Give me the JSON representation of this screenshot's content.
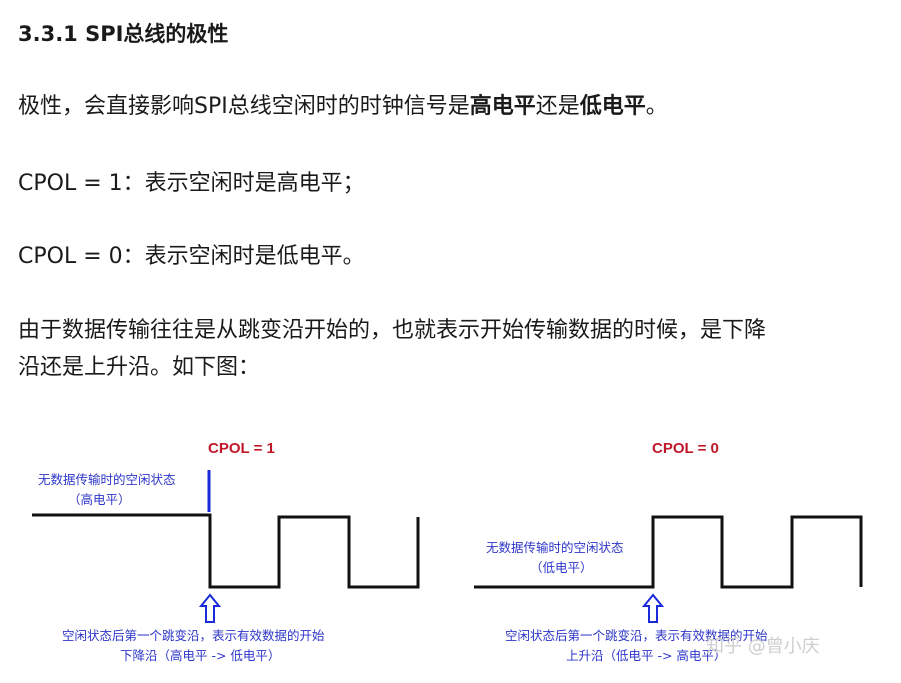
{
  "heading": "3.3.1 SPI总线的极性",
  "paragraphs": {
    "p1": {
      "before": "极性，会直接影响SPI总线空闲时的时钟信号是",
      "bold1": "高电平",
      "mid": "还是",
      "bold2": "低电平",
      "after": "。"
    },
    "p2": "CPOL = 1：表示空闲时是高电平；",
    "p3": "CPOL = 0：表示空闲时是低电平。",
    "p4_line1": "由于数据传输往往是从跳变沿开始的，也就表示开始传输数据的时候，是下降",
    "p4_line2": "沿还是上升沿。如下图："
  },
  "figure": {
    "left": {
      "title": "CPOL = 1",
      "idle_note_line1": "无数据传输时的空闲状态",
      "idle_note_line2": "（高电平）",
      "edge_note_line1": "空闲状态后第一个跳变沿，表示有效数据的开始",
      "edge_note_line2": "下降沿（高电平 -> 低电平）"
    },
    "right": {
      "title": "CPOL = 0",
      "idle_note_line1": "无数据传输时的空闲状态",
      "idle_note_line2": "（低电平）",
      "edge_note_line1": "空闲状态后第一个跳变沿，表示有效数据的开始",
      "edge_note_line2": "上升沿（低电平 -> 高电平）"
    },
    "watermark": "知乎 @曾小庆"
  },
  "colors": {
    "title_red": "#c0182a",
    "note_blue": "#2e36c8",
    "marker_blue": "#1a2ad8",
    "signal": "#111111"
  }
}
